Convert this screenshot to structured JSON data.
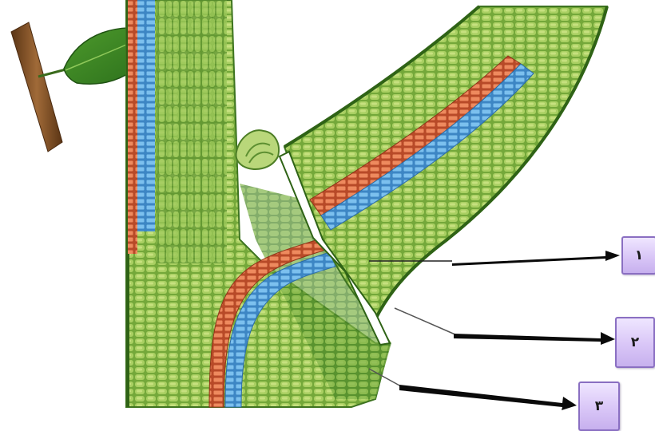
{
  "diagram": {
    "labels": [
      {
        "id": "1",
        "text": "١"
      },
      {
        "id": "2",
        "text": "٢"
      },
      {
        "id": "3",
        "text": "٣"
      }
    ]
  },
  "colors": {
    "tissue_green": "#6fa334",
    "tissue_dark": "#3f7a22",
    "xylem_blue": "#4f9fd8",
    "phloem_red": "#d9623a",
    "bark_brown": "#8b5a2b",
    "label_fill": "#dccaf6",
    "label_border": "#8a6fc2"
  }
}
